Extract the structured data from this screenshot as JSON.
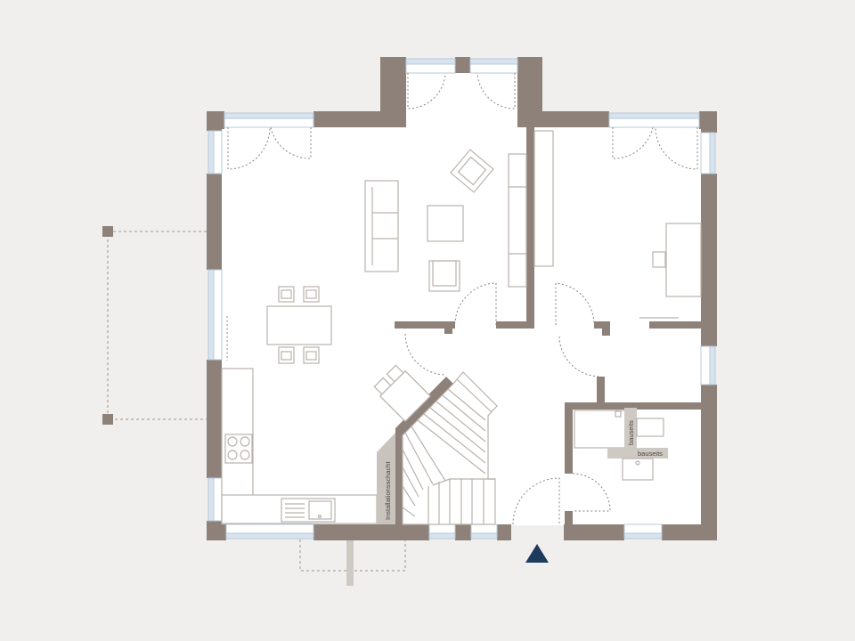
{
  "labels": {
    "installation_shaft": "Installationsschacht",
    "bauseits_vertical": "bauseits",
    "bauseits_horizontal": "bauseits"
  },
  "colors": {
    "wall": "#8d8179",
    "background": "#f0efed",
    "floor": "#ffffff",
    "window": "#d7e3ee",
    "entrance_marker": "#1f3a5f"
  },
  "icons": {
    "entrance": "entrance-triangle-icon"
  }
}
